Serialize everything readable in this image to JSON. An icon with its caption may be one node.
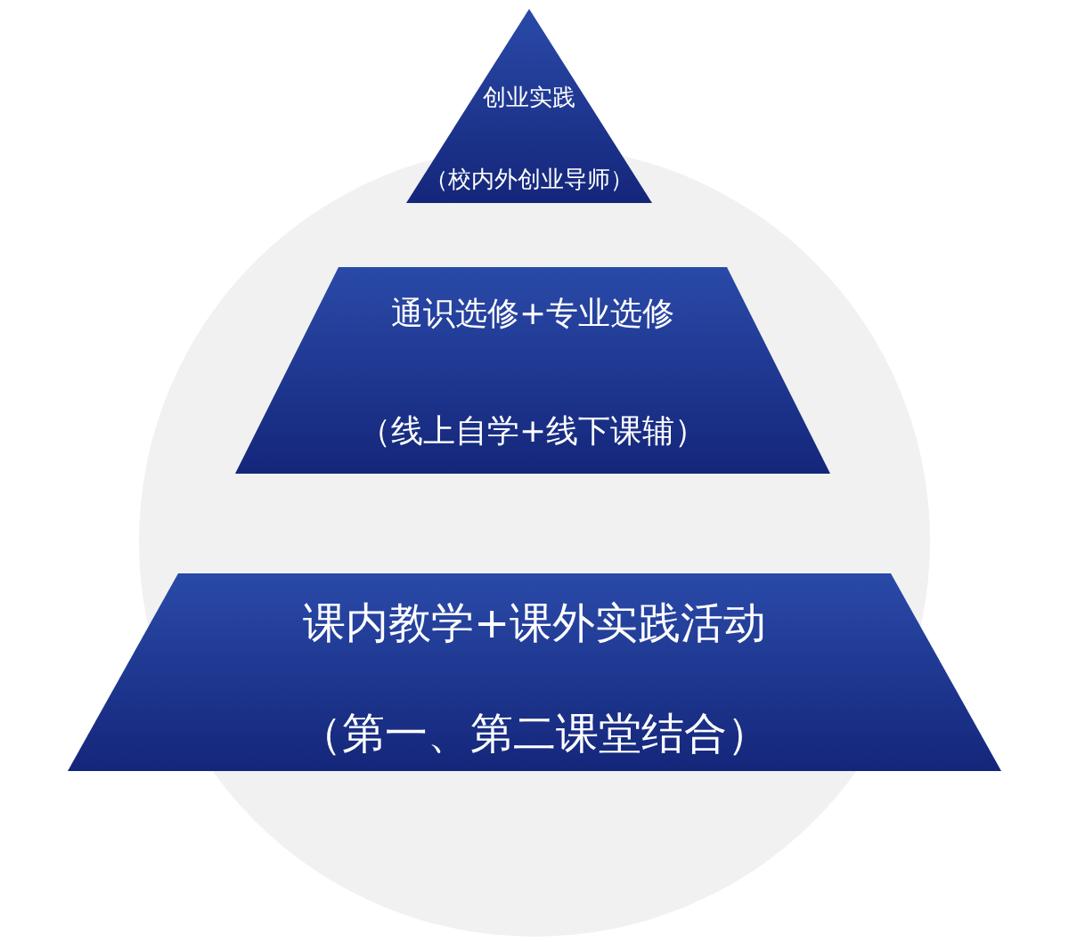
{
  "diagram": {
    "nodes": [
      {
        "text": [
          "创业实践",
          "（校内外创业导师）"
        ]
      },
      {
        "text": [
          "通识选修+专业选修",
          "（线上自学+线下课辅）"
        ]
      },
      {
        "text": [
          "课内教学+课外实践活动",
          "（第一、第二课堂结合）"
        ]
      }
    ],
    "edges": []
  }
}
